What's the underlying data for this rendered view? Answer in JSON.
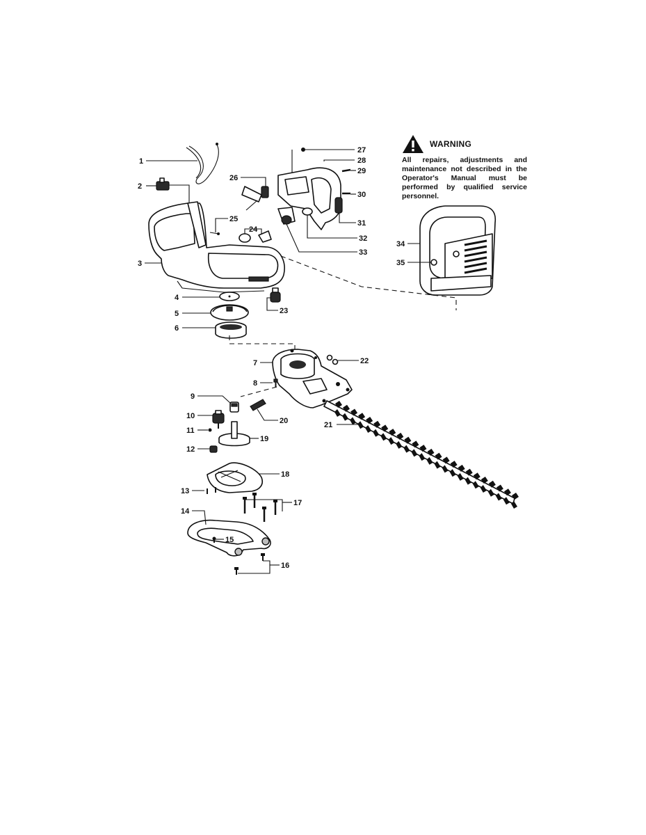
{
  "warning": {
    "title": "WARNING",
    "text": "All repairs, adjustments and maintenance not described in the Operator's Manual must be performed by qualified service personnel.",
    "icon": "warning-triangle-icon"
  },
  "callouts": [
    "1",
    "2",
    "3",
    "4",
    "5",
    "6",
    "7",
    "8",
    "9",
    "10",
    "11",
    "12",
    "13",
    "14",
    "15",
    "16",
    "17",
    "18",
    "19",
    "20",
    "21",
    "22",
    "23",
    "24",
    "25",
    "26",
    "27",
    "28",
    "29",
    "30",
    "31",
    "32",
    "33",
    "34",
    "35"
  ]
}
